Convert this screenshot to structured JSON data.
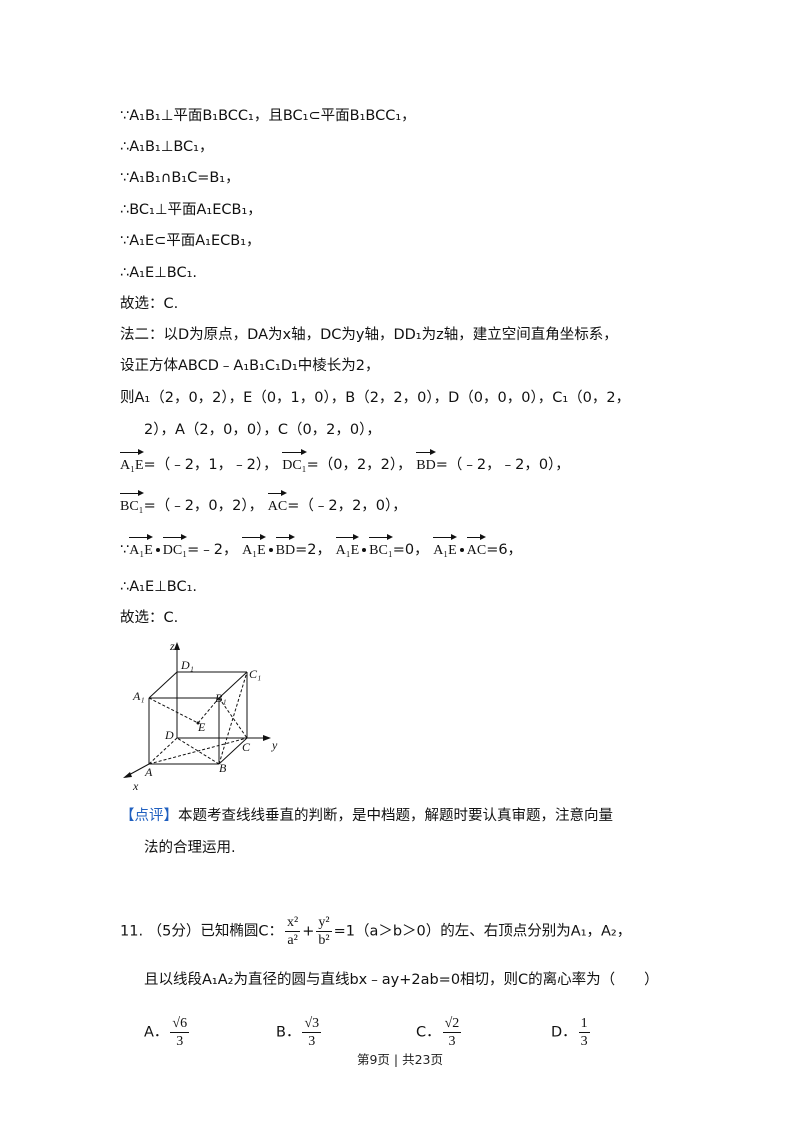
{
  "proof": {
    "l1": "∵A₁B₁⊥平面B₁BCC₁，且BC₁⊂平面B₁BCC₁，",
    "l2": "∴A₁B₁⊥BC₁，",
    "l3": "∵A₁B₁∩B₁C=B₁，",
    "l4": "∴BC₁⊥平面A₁ECB₁，",
    "l5": "∵A₁E⊂平面A₁ECB₁，",
    "l6": "∴A₁E⊥BC₁.",
    "l7": "故选：C."
  },
  "method2": {
    "intro": "法二：以D为原点，DA为x轴，DC为y轴，DD₁为z轴，建立空间直角坐标系，",
    "setup": "设正方体ABCD﹣A₁B₁C₁D₁中棱长为2，",
    "coords1": "则A₁（2，0，2），E（0，1，0），B（2，2，0），D（0，0，0），C₁（0，2，",
    "coords2": "2），A（2，0，0），C（0，2，0），",
    "v_A1E": "A₁E",
    "v_A1E_val": "=（﹣2，1，﹣2），",
    "v_DC1": "DC₁",
    "v_DC1_val": "=（0，2，2），",
    "v_BD": "BD",
    "v_BD_val": "=（﹣2，﹣2，0），",
    "v_BC1": "BC₁",
    "v_BC1_val": "=（﹣2，0，2），",
    "v_AC": "AC",
    "v_AC_val": "=（﹣2，2，0），",
    "dot_prefix": "∵",
    "dot1_val": "=﹣2，",
    "dot2_val": "=2，",
    "dot3_val": "=0，",
    "dot4_val": "=6，",
    "concl": "∴A₁E⊥BC₁.",
    "choice": "故选：C."
  },
  "figure": {
    "labels": {
      "z": "z",
      "D1": "D₁",
      "C1": "C₁",
      "A1": "A₁",
      "B1": "B₁",
      "E": "E",
      "D": "D",
      "C": "C",
      "y": "y",
      "A": "A",
      "B": "B",
      "x": "x"
    }
  },
  "comment": {
    "tag": "【点评】",
    "text1": "本题考查线线垂直的判断，是中档题，解题时要认真审题，注意向量",
    "text2": "法的合理运用."
  },
  "q11": {
    "num": "11.",
    "score": "（5分）已知椭圆C：",
    "frac1_num": "x²",
    "frac1_den": "a²",
    "plus": "+",
    "frac2_num": "y²",
    "frac2_den": "b²",
    "rest1": "=1（a＞b＞0）的左、右顶点分别为A₁，A₂，",
    "rest2": "且以线段A₁A₂为直径的圆与直线bx﹣ay+2ab=0相切，则C的离心率为（　　）",
    "options": [
      {
        "label": "A．",
        "num": "√6",
        "den": "3"
      },
      {
        "label": "B．",
        "num": "√3",
        "den": "3"
      },
      {
        "label": "C．",
        "num": "√2",
        "den": "3"
      },
      {
        "label": "D．",
        "num": "1",
        "den": "3"
      }
    ]
  },
  "footer": "第9页 | 共23页"
}
